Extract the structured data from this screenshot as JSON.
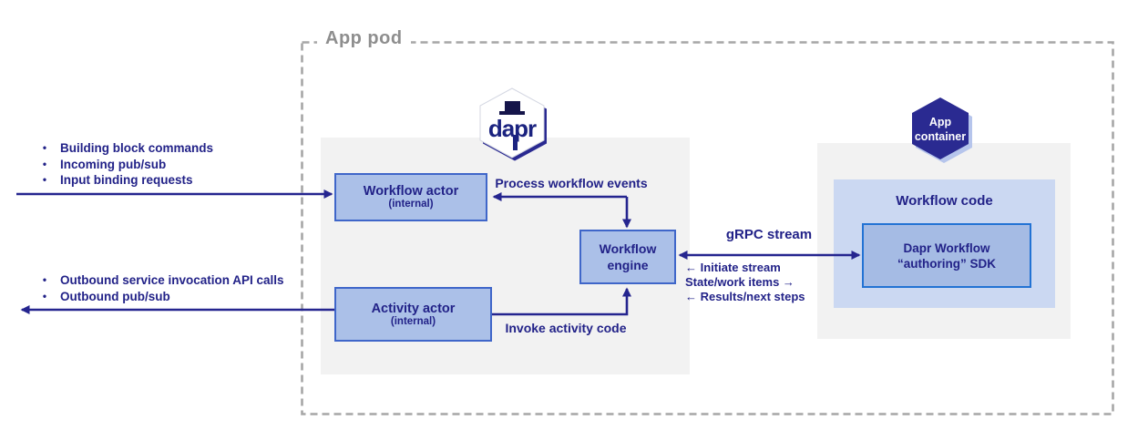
{
  "colors": {
    "navy_text": "#222288",
    "arrow_navy": "#25258f",
    "node_fill": "#abc0e8",
    "node_border": "#3f66c9",
    "panel_gray": "#f2f2f2",
    "workflow_code_fill": "#cbd8f2",
    "sdk_fill": "#a5bbe4",
    "sdk_border": "#2272d4",
    "pod_dash": "#a6a6a6",
    "pod_label_gray": "#8e8e8e",
    "hexagon_navy": "#2a2a91",
    "hexagon_shadow": "#b6c5ec"
  },
  "pod": {
    "label": "App pod"
  },
  "inbound": {
    "items": [
      "Building block commands",
      "Incoming pub/sub",
      "Input binding requests"
    ]
  },
  "outbound": {
    "items": [
      "Outbound service invocation API calls",
      "Outbound pub/sub"
    ]
  },
  "dapr_logo": {
    "label": "dapr"
  },
  "app_container": {
    "line1": "App",
    "line2": "container"
  },
  "boxes": {
    "workflow_actor": {
      "title": "Workflow actor",
      "subtitle": "(internal)"
    },
    "activity_actor": {
      "title": "Activity actor",
      "subtitle": "(internal)"
    },
    "workflow_engine": {
      "line1": "Workflow",
      "line2": "engine"
    },
    "workflow_code": {
      "title": "Workflow code"
    },
    "sdk": {
      "line1": "Dapr Workflow",
      "line2": "“authoring” SDK"
    }
  },
  "edges": {
    "process_events": "Process workflow events",
    "invoke_activity": "Invoke activity code",
    "grpc_stream": "gRPC stream",
    "stream_details": [
      "← Initiate stream",
      "State/work items →",
      "← Results/next steps"
    ]
  }
}
